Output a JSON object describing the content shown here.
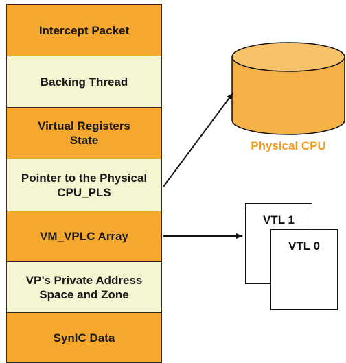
{
  "stack": [
    {
      "label": "Intercept Packet",
      "style": "orange"
    },
    {
      "label": "Backing Thread",
      "style": "cream"
    },
    {
      "label": "Virtual Registers State",
      "style": "orange"
    },
    {
      "label": "Pointer to the Physical CPU_PLS",
      "style": "cream"
    },
    {
      "label": "VM_VPLC Array",
      "style": "orange"
    },
    {
      "label": "VP’s Private Address Space and Zone",
      "style": "cream"
    },
    {
      "label": "SynIC Data",
      "style": "orange"
    }
  ],
  "physical_cpu": {
    "label": "Physical CPU"
  },
  "vtl_pages": [
    {
      "label": "VTL 1"
    },
    {
      "label": "VTL 0"
    }
  ],
  "colors": {
    "orange": "#f6a72e",
    "cream": "#f6f5d2",
    "cpu_label": "#f39b1c"
  }
}
